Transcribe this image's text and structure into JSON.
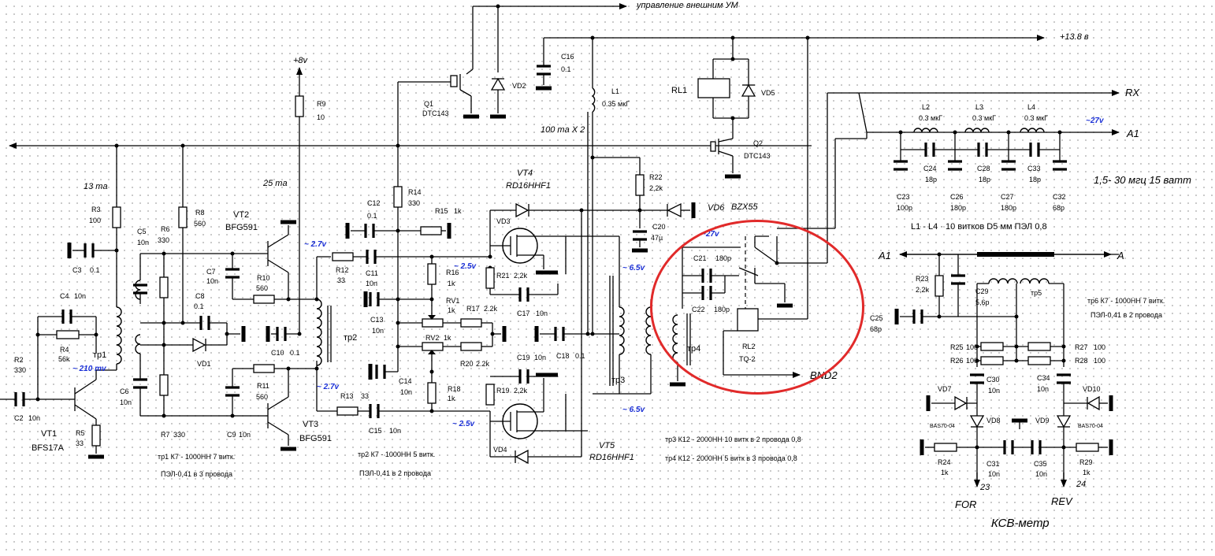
{
  "rails": {
    "ext_pa_control": "управление внешним УМ",
    "supply_13v8": "+13.8 в",
    "supply_8v": "+8v",
    "rx": "RX",
    "a1_out": "A1",
    "a1_in": "A1",
    "a_out": "A",
    "bnd2": "BND2",
    "for": "FOR",
    "rev": "REV",
    "pin23": "23",
    "pin24": "24"
  },
  "input_stage": {
    "vt1": "VT1",
    "vt1_type": "BFS17A",
    "r2": "R2",
    "r2_v": "330",
    "c2": "C2",
    "c2_v": "10n",
    "r3": "R3",
    "r3_v": "100",
    "c3": "C3",
    "c3_v": "0.1",
    "c4": "C4",
    "c4_v": "10n",
    "r4": "R4",
    "r4_v": "56k",
    "r5": "R5",
    "r5_v": "33",
    "tr1": "тр1",
    "i13": "13 ma",
    "v210": "~ 210 mv"
  },
  "driver_stage": {
    "c5": "C5",
    "c5_v": "10n",
    "c6": "C6",
    "c6_v": "10n",
    "r6": "R6",
    "r6_v": "330",
    "r7": "R7",
    "r7_v": "330",
    "r8": "R8",
    "r8_v": "560",
    "r9": "R9",
    "r9_v": "10",
    "c7": "C7",
    "c7_v": "10n",
    "c8": "C8",
    "c8_v": "0.1",
    "c9": "C9",
    "c9_v": "10n",
    "c10": "C10",
    "c10_v": "0.1",
    "r10": "R10",
    "r10_v": "560",
    "r11": "R11",
    "r11_v": "560",
    "vd1": "VD1",
    "vt2": "VT2",
    "vt2_type": "BFG591",
    "vt3": "VT3",
    "vt3_type": "BFG591",
    "tr2": "тр2",
    "i25": "25 ma"
  },
  "bias_network": {
    "r12": "R12",
    "r12_v": "33",
    "r13": "R13",
    "r13_v": "33",
    "c11": "C11",
    "c11_v": "10n",
    "c12": "C12",
    "c12_v": "0.1",
    "c13": "C13",
    "c13_v": "10n",
    "c14": "C14",
    "c14_v": "10n",
    "c15": "C15",
    "c15_v": "10n",
    "r14": "R14",
    "r14_v": "330",
    "r15": "R15",
    "r15_v": "1k",
    "r16": "R16",
    "r16_v": "1k",
    "r17": "R17",
    "r17_v": "2.2k",
    "r18": "R18",
    "r18_v": "1k",
    "r20": "R20",
    "r20_v": "2.2k",
    "rv1": "RV1",
    "rv1_v": "1k",
    "rv2": "RV2",
    "rv2_v": "1k",
    "v27a": "~ 2.7v",
    "v27b": "~ 2.7v",
    "v25a": "~ 2.5v",
    "v25b": "~ 2.5v"
  },
  "final_stage": {
    "q1": "Q1",
    "q1_type": "DTC143",
    "vd2": "VD2",
    "c16": "C16",
    "c16_v": "0.1",
    "l1": "L1",
    "l1_v": "0.35 мкГ",
    "i100": "100 ma X 2",
    "r22": "R22",
    "r22_v": "2,2k",
    "vd6": "VD6",
    "vd6_type": "BZX55",
    "c20": "C20",
    "c20_v": "47µ",
    "vt4": "VT4",
    "vt4_type": "RD16HHF1",
    "vt5": "VT5",
    "vt5_type": "RD16HHF1",
    "vd3": "VD3",
    "vd4": "VD4",
    "r19": "R19",
    "r19_v": "2,2k",
    "r21": "R21",
    "r21_v": "2,2k",
    "c17": "C17",
    "c17_v": "10n",
    "c18": "C18",
    "c18_v": "0.1",
    "c19": "C19",
    "c19_v": "10n",
    "tr3": "тр3",
    "tr4": "тр4",
    "v65a": "~ 6.5v",
    "v65b": "~ 6.5v"
  },
  "relay_section": {
    "rl1": "RL1",
    "vd5": "VD5",
    "q2": "Q2",
    "q2_type": "DTC143",
    "rl2": "RL2",
    "rl2_type": "TQ-2",
    "c21": "C21",
    "c21_v": "180p",
    "c22": "C22",
    "c22_v": "180p",
    "v27": "~27v"
  },
  "lpf": {
    "l2": "L2",
    "l2_v": "0.3 мкГ",
    "l3": "L3",
    "l3_v": "0.3 мкГ",
    "l4": "L4",
    "l4_v": "0.3 мкГ",
    "c23": "C23",
    "c23_v": "100p",
    "c24": "C24",
    "c24_v": "18p",
    "c26": "C26",
    "c26_v": "180p",
    "c27": "C27",
    "c27_v": "180p",
    "c28": "C28",
    "c28_v": "18p",
    "c32": "C32",
    "c32_v": "68p",
    "c33": "C33",
    "c33_v": "18p",
    "v27": "~27v",
    "power_note": "1,5- 30 мгц 15 ватт",
    "coil_note": "L1 - L4 · 10 витков D5 мм ПЭЛ 0,8"
  },
  "swr_meter": {
    "title": "КСВ-метр",
    "r23": "R23",
    "r23_v": "2,2k",
    "c25": "C25",
    "c25_v": "68p",
    "c29": "C29",
    "c29_v": "5,6p",
    "tr5": "тр5",
    "r25": "R25",
    "r25_v": "100",
    "r26": "R26",
    "r26_v": "100",
    "r27": "R27",
    "r27_v": "100",
    "r28": "R28",
    "r28_v": "100",
    "c30": "C30",
    "c30_v": "10n",
    "c34": "C34",
    "c34_v": "10n",
    "c31": "C31",
    "c31_v": "10n",
    "c35": "C35",
    "c35_v": "10n",
    "r24": "R24",
    "r24_v": "1k",
    "r29": "R29",
    "r29_v": "1k",
    "vd7": "VD7",
    "vd8": "VD8",
    "vd9": "VD9",
    "vd10": "VD10",
    "bas_left": "BAS70-04",
    "bas_right": "BAS70-04",
    "tr6_note1": "тр6  К7 - 1000НН  7 витк.",
    "tr6_note2": "ПЭЛ-0,41 в 2 провода"
  },
  "notes": {
    "tr1_a": "тр1  К7 - 1000НН  7 витк.",
    "tr1_b": "ПЭЛ-0,41 в 3 провода",
    "tr2_a": "тр2  К7 - 1000НН  5 витк.",
    "tr2_b": "ПЭЛ-0,41 в 2 провода",
    "tr3_note": "тр3  К12 - 2000НН  10 витк в 2 провода 0,8",
    "tr4_note": "тр4  К12 - 2000НН  5 витк в 3 провода 0,8"
  },
  "colors": {
    "wire": "#000000",
    "annotation": "#1a2fd6",
    "highlight": "#e12a2a",
    "grid_dot": "#b9b9b9"
  }
}
